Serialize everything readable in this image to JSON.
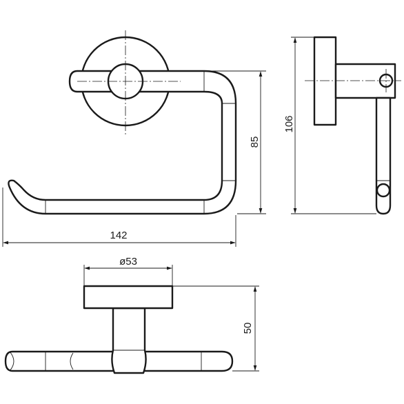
{
  "dimensions": {
    "width_label": "142",
    "height_label": "85",
    "side_height_label": "106",
    "diameter_label": "ø53",
    "projection_label": "50"
  }
}
